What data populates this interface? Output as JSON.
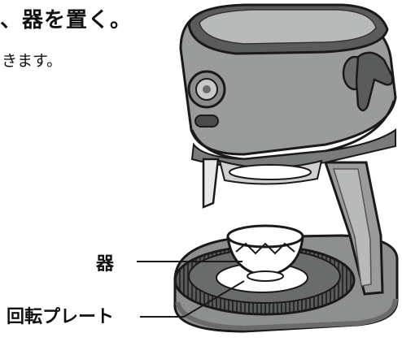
{
  "step": {
    "heading": "、器を置く。",
    "body": "きます。"
  },
  "callouts": {
    "vessel_label": "器",
    "plate_label": "回転プレート"
  },
  "colors": {
    "body_gray": "#9a9b9b",
    "dark_gray": "#4a4b4b",
    "line": "#1a1a1a",
    "cup_white": "#ffffff"
  },
  "icons": {
    "adjust_knob": "knob-icon",
    "grind_dial": "dial-icon"
  }
}
